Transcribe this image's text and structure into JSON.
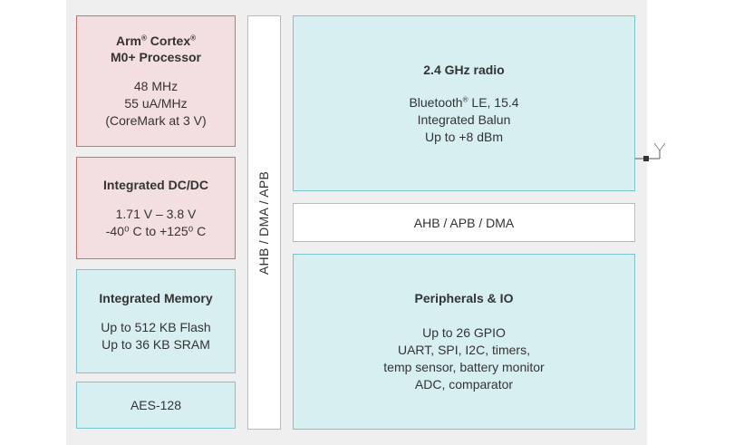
{
  "blocks": {
    "cpu": {
      "title_line1": "Arm® Cortex®",
      "title_line2": "M0+ Processor",
      "lines": [
        "48 MHz",
        "55 uA/MHz",
        "(CoreMark at 3 V)"
      ]
    },
    "dcdc": {
      "title": "Integrated DC/DC",
      "lines": [
        "1.71 V – 3.8 V",
        "-40⁰ C to +125⁰ C"
      ]
    },
    "memory": {
      "title": "Integrated Memory",
      "lines": [
        "Up to 512 KB Flash",
        "Up to 36 KB SRAM"
      ]
    },
    "aes": {
      "label": "AES-128"
    },
    "vertical_bus": {
      "label": "AHB / DMA / APB"
    },
    "radio": {
      "title": "2.4 GHz radio",
      "lines": [
        "Bluetooth® LE, 15.4",
        "Integrated Balun",
        "Up to +8 dBm"
      ]
    },
    "horizontal_bus": {
      "label": "AHB / APB / DMA"
    },
    "peripherals": {
      "title": "Peripherals & IO",
      "lines": [
        "Up to 26 GPIO",
        "UART, SPI, I2C, timers,",
        "temp sensor, battery monitor",
        "ADC, comparator"
      ]
    }
  },
  "colors": {
    "cpu_fill": "#f4dfe0",
    "cpu_border": "#d96c6e",
    "cyan_fill": "#d8eff2",
    "cyan_border": "#7bc3cd",
    "background": "#efefef"
  },
  "icons": {
    "antenna": "antenna-icon"
  }
}
